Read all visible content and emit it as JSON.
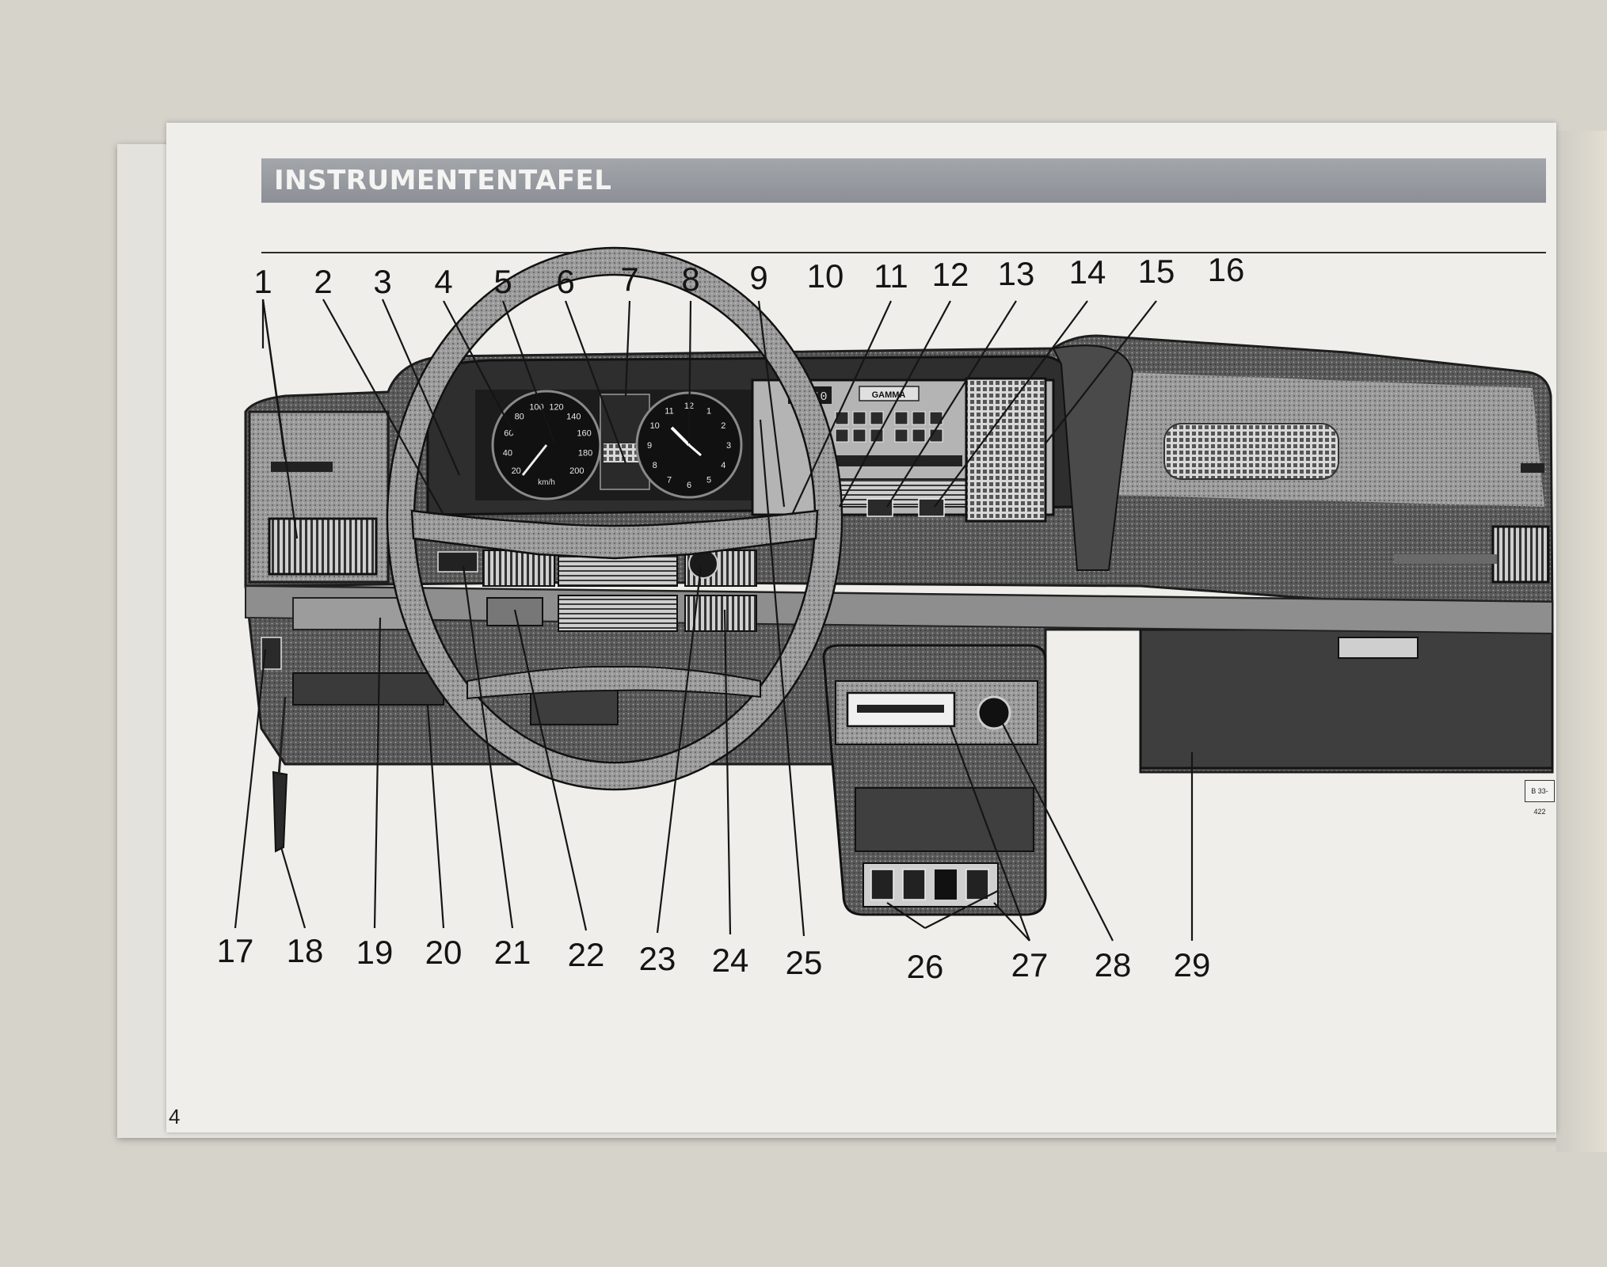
{
  "header": {
    "title": "INSTRUMENTENTAFEL"
  },
  "callouts": {
    "top": [
      "1",
      "2",
      "3",
      "4",
      "5",
      "6",
      "7",
      "8",
      "9",
      "10",
      "11",
      "12",
      "13",
      "14",
      "15",
      "16"
    ],
    "bottom": [
      "17",
      "18",
      "19",
      "20",
      "21",
      "22",
      "23",
      "24",
      "25",
      "26",
      "27",
      "28",
      "29"
    ]
  },
  "dashboard": {
    "speedo_ticks": [
      "20",
      "40",
      "60",
      "80",
      "100",
      "120",
      "140",
      "160",
      "180",
      "200"
    ],
    "speedo_unit": "km/h",
    "clock_numbers": [
      "12",
      "1",
      "2",
      "3",
      "4",
      "5",
      "6",
      "7",
      "8",
      "9",
      "10",
      "11"
    ],
    "radio_display": "98.10",
    "radio_brand": "GAMMA"
  },
  "figure_code": "B 33-422",
  "page_number": "4",
  "colors": {
    "page": "#efeeea",
    "header_bar": "#969aa0",
    "ink": "#141414",
    "dash_dark": "#3a3a3a",
    "dash_mid": "#6e6e6e",
    "dash_light": "#b4b4b4"
  }
}
